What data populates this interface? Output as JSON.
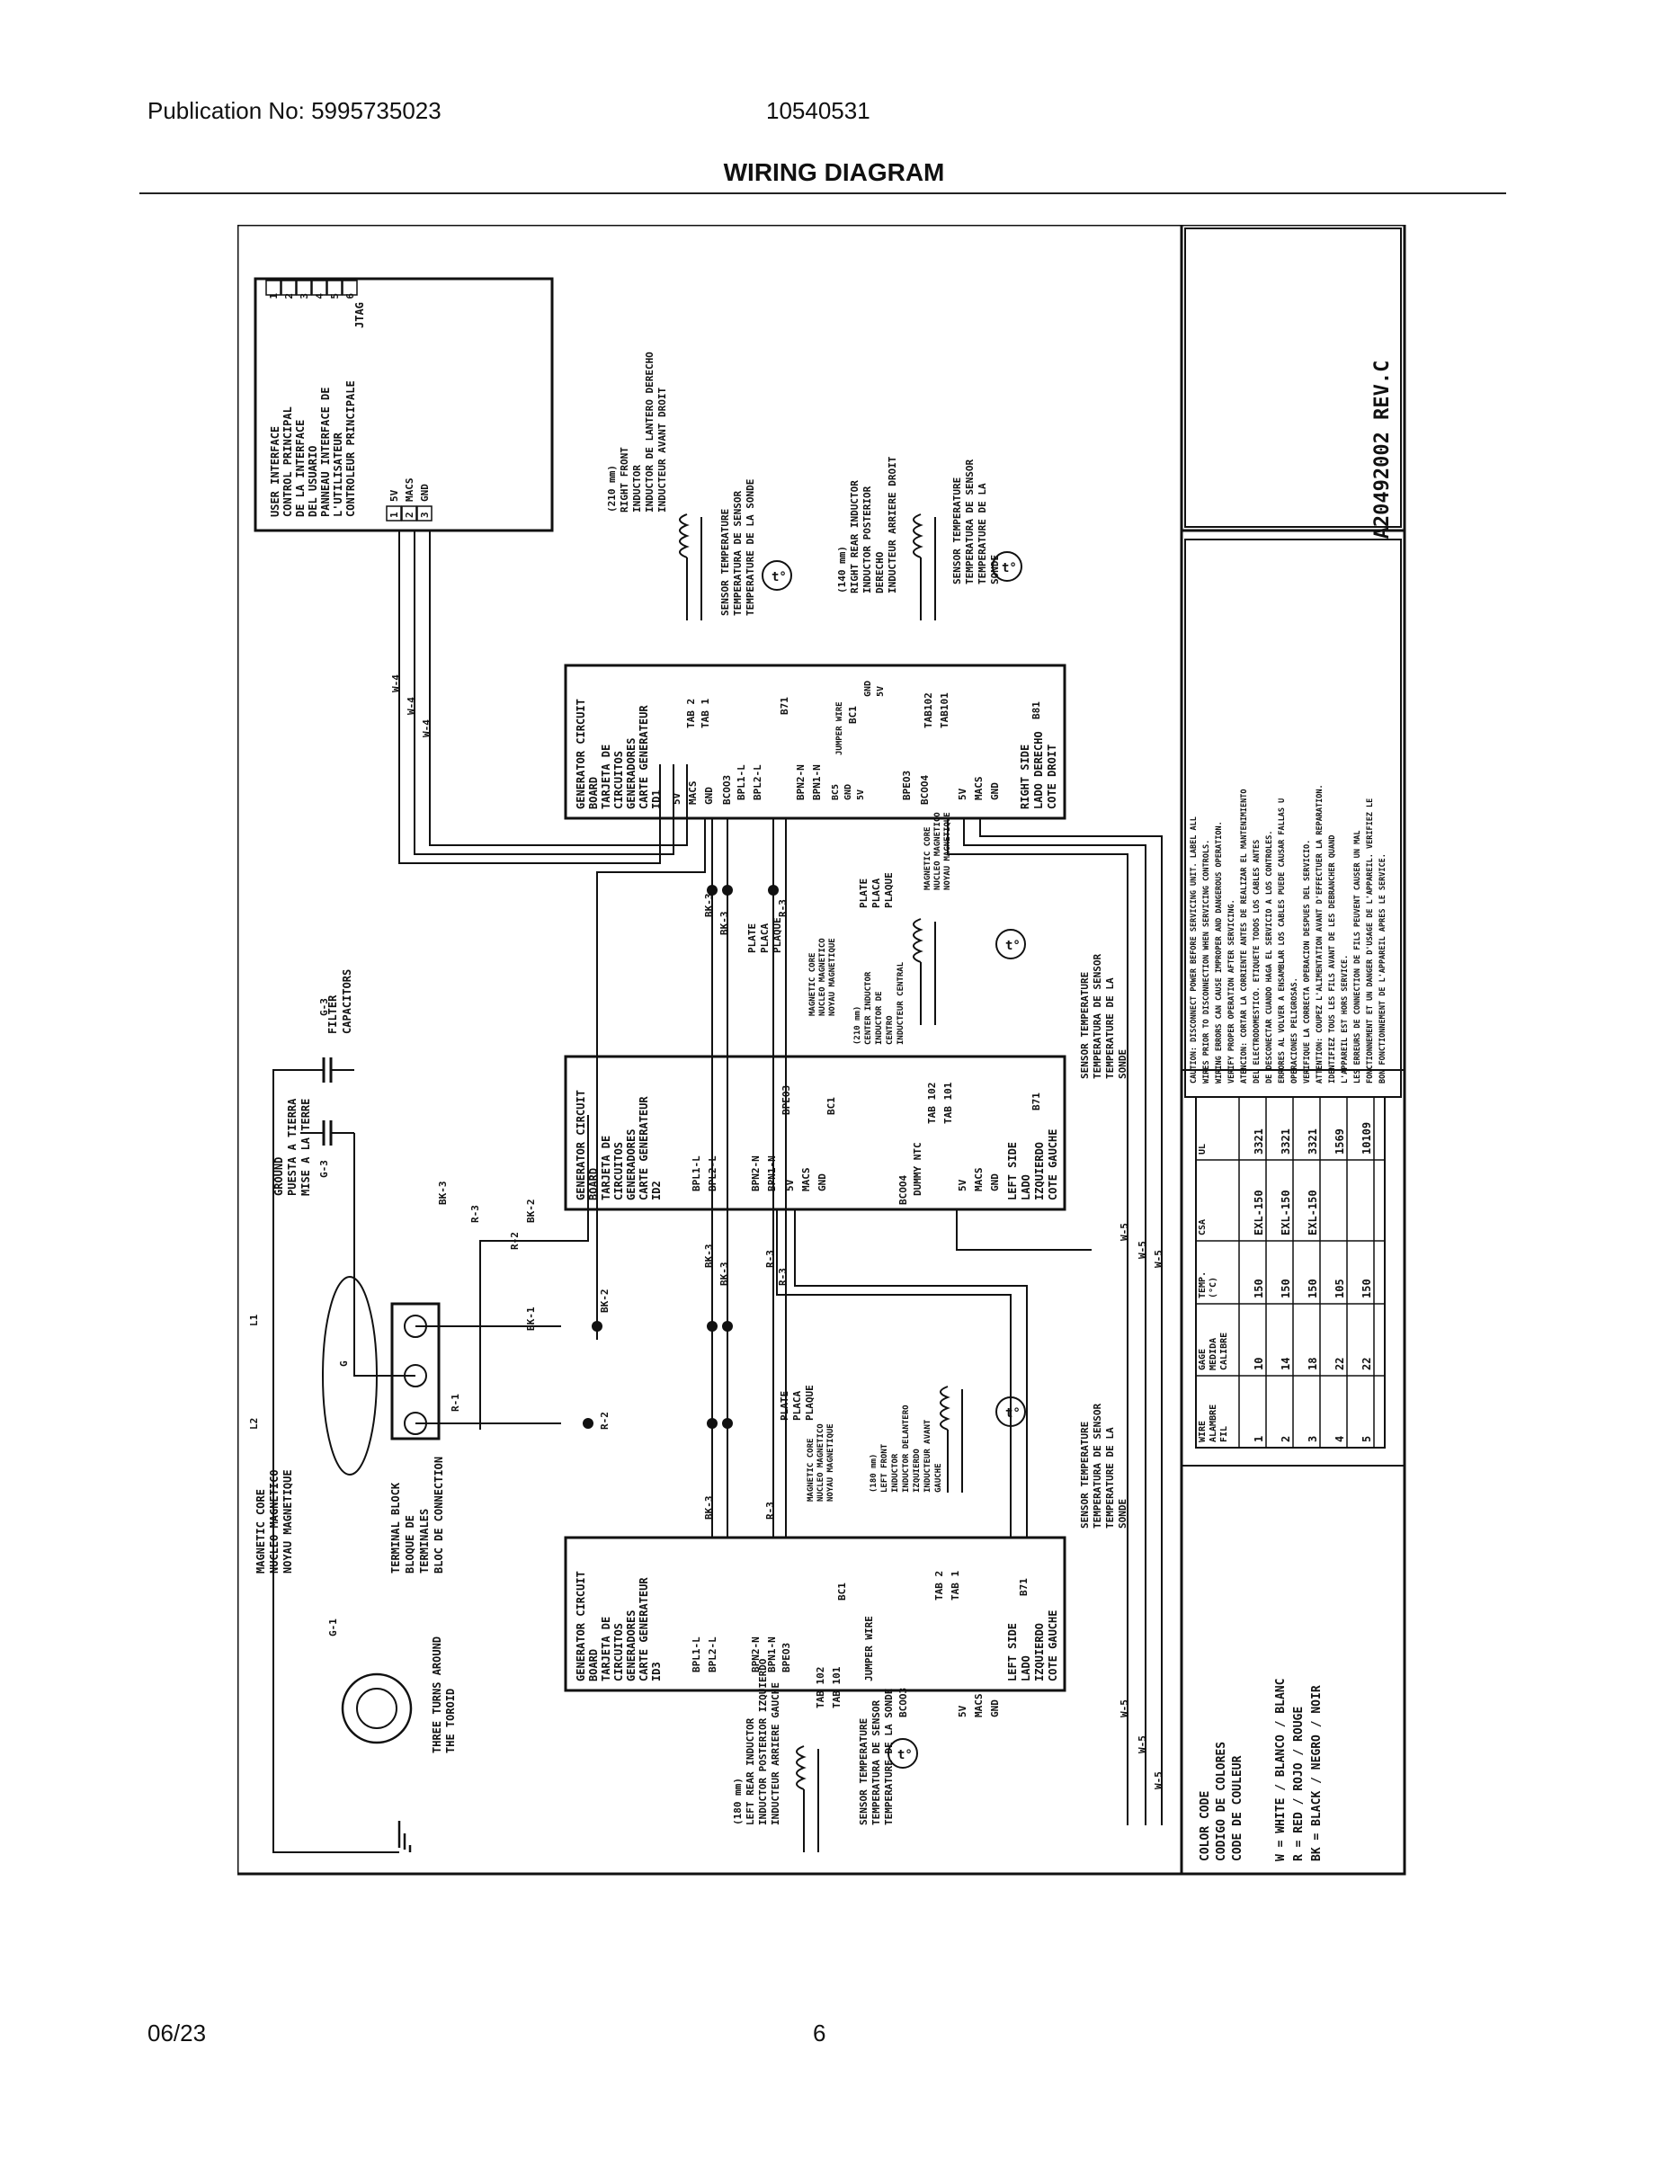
{
  "header": {
    "publication": "Publication No: 5995735023",
    "model": "10540531",
    "title": "WIRING DIAGRAM"
  },
  "footer": {
    "date": "06/23",
    "page": "6"
  },
  "diagram": {
    "revision": "A20492002 REV.C",
    "ui_board": {
      "label": [
        "USER INTERFACE",
        "CONTROL PRINCIPAL",
        "DE LA INTERFACE",
        "DEL USUARIO",
        "PANNEAU INTERFACE DE",
        "L'UTILISATEUR",
        "CONTROLEUR PRINCIPALE"
      ],
      "connector": "JTAG",
      "pins": [
        "1",
        "2",
        "3",
        "4",
        "5",
        "6"
      ],
      "terms": [
        "5V",
        "MACS",
        "GND"
      ]
    },
    "boards": {
      "id1": [
        "GENERATOR CIRCUIT",
        "BOARD",
        "TARJETA DE",
        "CIRCUITOS",
        "GENERADORES",
        "CARTE GENERATEUR",
        "ID1"
      ],
      "id2": [
        "GENERATOR CIRCUIT",
        "BOARD",
        "TARJETA DE",
        "CIRCUITOS",
        "GENERADORES",
        "CARTE GENERATEUR",
        "ID2"
      ],
      "id3": [
        "GENERATOR CIRCUIT",
        "BOARD",
        "TARJETA DE",
        "CIRCUITOS",
        "GENERADORES",
        "CARTE GENERATEUR",
        "ID3"
      ]
    },
    "side_labels": {
      "right": [
        "RIGHT SIDE",
        "LADO DERECHO",
        "COTE DROIT"
      ],
      "left": [
        "LEFT SIDE",
        "LADO",
        "IZQUIERDO",
        "COTE GAUCHE"
      ]
    },
    "pins": {
      "cn_terms": [
        "5V",
        "MACS",
        "GND"
      ],
      "bcoo3": "BCOO3",
      "bcoo4": "BCOO4",
      "bpl1": "BPL1-L",
      "bpl2": "BPL2-L",
      "bpn2": "BPN2-N",
      "bpn1": "BPN1-N",
      "bpeo3": "BPEO3",
      "tab2": "TAB 2",
      "tab1": "TAB 1",
      "tab102": "TAB 102",
      "tab101": "TAB 101",
      "tab102b": "TAB102",
      "tab101b": "TAB101",
      "b71": "B71",
      "b81": "B81",
      "bc1": "BC1",
      "bc5": "BC5",
      "gnd": "GND",
      "fivev": "5V",
      "jumper": "JUMPER WIRE",
      "dummy": "DUMMY NTC",
      "nums": [
        "1",
        "2",
        "3"
      ]
    },
    "inductors": {
      "right_front": [
        "(210 mm)",
        "RIGHT FRONT",
        "INDUCTOR",
        "INDUCTOR DE LANTERO DERECHO",
        "INDUCTEUR AVANT DROIT"
      ],
      "right_rear": [
        "(140 mm)",
        "RIGHT REAR INDUCTOR",
        "INDUCTOR POSTERIOR",
        "DERECHO",
        "INDUCTEUR ARRIERE DROIT"
      ],
      "center": [
        "(210 mm)",
        "CENTER INDUCTOR",
        "INDUCTOR DE",
        "CENTRO",
        "INDUCTEUR CENTRAL"
      ],
      "left_front": [
        "(180 mm)",
        "LEFT FRONT",
        "INDUCTOR",
        "INDUCTOR DELANTERO",
        "IZQUIERDO",
        "INDUCTEUR AVANT",
        "GAUCHE"
      ],
      "left_rear": [
        "(180 mm)",
        "LEFT REAR INDUCTOR",
        "INDUCTOR POSTERIOR IZQUIERDO",
        "INDUCTEUR ARRIERE GAUCHE"
      ]
    },
    "sensor": [
      "SENSOR TEMPERATURE",
      "TEMPERATURA DE SENSOR",
      "TEMPERATURE DE LA",
      "SONDE"
    ],
    "sensor_alt": [
      "SENSOR TEMPERATURE",
      "TEMPERATURA DE SENSOR",
      "TEMPERATURE DE LA SONDE"
    ],
    "plate": [
      "PLATE",
      "PLACA",
      "PLAQUE"
    ],
    "magcore_small": [
      "MAGNETIC CORE",
      "NUCLEO MAGNETICO",
      "NOYAU MAGNETIQUE"
    ],
    "magcore": [
      "MAGNETIC CORE",
      "NUCLEO MAGNETICO",
      "NOYAU MAGNETIQUE"
    ],
    "terminal_block": [
      "TERMINAL BLOCK",
      "BLOQUE DE",
      "TERMINALES",
      "BLOC DE CONNECTION"
    ],
    "ground": [
      "GROUND",
      "PUESTA A TIERRA",
      "MISE A LA TERRE"
    ],
    "filter": [
      "FILTER",
      "CAPACITORS"
    ],
    "toroid": [
      "THREE TURNS AROUND",
      "THE TOROID"
    ],
    "wires": {
      "w4": "W-4",
      "w5": "W-5",
      "bk1": "BK-1",
      "bk2": "BK-2",
      "bk3": "BK-3",
      "r1": "R-1",
      "r2": "R-2",
      "r3": "R-3",
      "g1": "G-1",
      "g3": "G-3",
      "l1": "L1",
      "l2": "L2",
      "g": "G"
    },
    "color_code": {
      "headings": [
        "COLOR CODE",
        "CODIGO DE COLORES",
        "CODE DE COULEUR"
      ],
      "rows": [
        "W = WHITE / BLANCO / BLANC",
        "R = RED / ROJO / ROUGE",
        "BK = BLACK / NEGRO / NOIR"
      ]
    },
    "wire_table": {
      "headers": [
        [
          "WIRE",
          "ALAMBRE",
          "FIL"
        ],
        [
          "GAGE",
          "MEDIDA",
          "CALIBRE"
        ],
        [
          "TEMP.",
          "(°C)"
        ],
        [
          "CSA"
        ],
        [
          "UL"
        ]
      ],
      "rows": [
        [
          "1",
          "10",
          "150",
          "EXL-150",
          "3321"
        ],
        [
          "2",
          "14",
          "150",
          "EXL-150",
          "3321"
        ],
        [
          "3",
          "18",
          "150",
          "EXL-150",
          "3321"
        ],
        [
          "4",
          "22",
          "105",
          "",
          "1569"
        ],
        [
          "5",
          "22",
          "150",
          "",
          "10109"
        ]
      ]
    },
    "caution": [
      "CAUTION: DISCONNECT POWER BEFORE SERVICING UNIT. LABEL ALL",
      "WIRES PRIOR TO DISCONNECTION WHEN SERVICING CONTROLS.",
      "WIRING ERRORS CAN CAUSE IMPROPER AND DANGEROUS OPERATION.",
      "VERIFY PROPER OPERATION AFTER SERVICING.",
      "ATENCION: CORTAR LA CORRIENTE ANTES DE REALIZAR EL MANTENIMIENTO",
      "DEL ELECTRODOMESTICO. ETIQUETE TODOS LOS CABLES ANTES",
      "DE DESCONECTAR CUANDO HAGA EL SERVICIO A LOS CONTROLES.",
      "ERRORES AL VOLVER A ENSAMBLAR LOS CABLES PUEDE CAUSAR FALLAS U",
      "OPERACIONES PELIGROSAS.",
      "VERIFIQUE LA CORRECTA OPERACION DESPUES DEL SERVICIO.",
      "ATTENTION: COUPEZ L'ALIMENTATION AVANT D'EFFECTUER LA REPARATION.",
      "IDENTIFIEZ TOUS LES FILS AVANT DE LES DEBRANCHER QUAND",
      "L'APPAREIL EST HORS SERVICE.",
      "LES ERREURS DE CONNECTION DE FILS PEUVENT CAUSER UN MAL",
      "FONCTIONNEMENT ET UN DANGER D'USAGE DE L'APPAREIL. VERIFIEZ LE",
      "BON FONCTIONNEMENT DE L'APPAREIL APRES LE SERVICE."
    ]
  }
}
